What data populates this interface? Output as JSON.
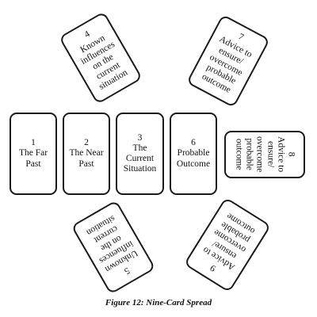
{
  "cards": {
    "c1": {
      "lines": [
        "1",
        "The Far",
        "Past"
      ]
    },
    "c2": {
      "lines": [
        "2",
        "The Near",
        "Past"
      ]
    },
    "c3": {
      "lines": [
        "3",
        "The",
        "Current",
        "Situation"
      ]
    },
    "c4": {
      "lines": [
        "4",
        "Known",
        "influences",
        "on the",
        "current",
        "situation"
      ]
    },
    "c5": {
      "lines": [
        "5",
        "Unknown",
        "influences",
        "on the",
        "current",
        "situation"
      ]
    },
    "c6": {
      "lines": [
        "6",
        "Probable",
        "Outcome"
      ]
    },
    "c7": {
      "lines": [
        "7",
        "Advice to",
        "ensure/",
        "overcome",
        "probable",
        "outcome"
      ]
    },
    "c8": {
      "lines": [
        "8",
        "Advice to",
        "ensure/",
        "overcome",
        "probable",
        "outcome"
      ]
    },
    "c9": {
      "lines": [
        "9",
        "Advice to",
        "ensure/",
        "overcome",
        "probable",
        "outcome"
      ]
    }
  },
  "caption": "Figure 12: Nine-Card Spread"
}
